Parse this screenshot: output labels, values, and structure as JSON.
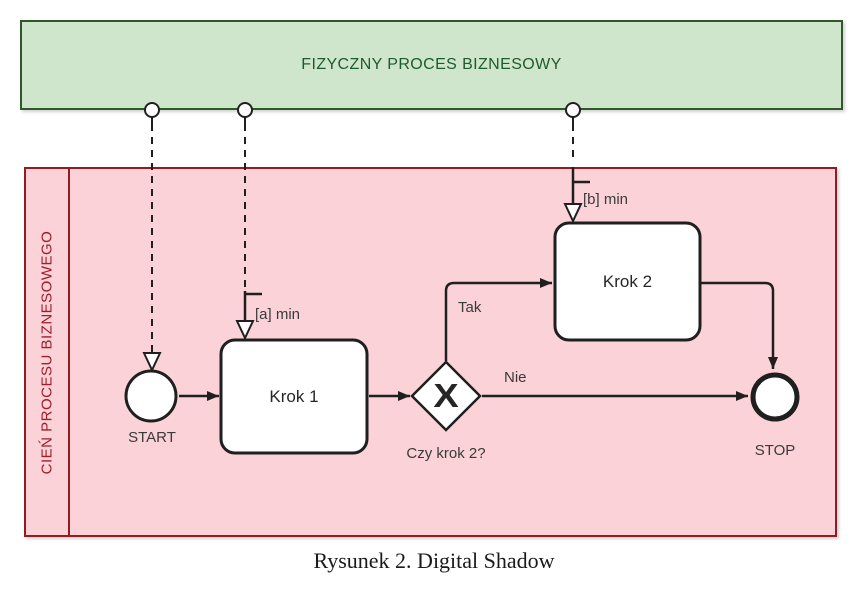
{
  "physical_pool": {
    "label": "FIZYCZNY PROCES BIZNESOWY"
  },
  "shadow_pool": {
    "label": "CIEŃ PROCESU BIZNESOWEGO"
  },
  "nodes": {
    "start": {
      "label": "START"
    },
    "step1": {
      "label": "Krok 1"
    },
    "gateway": {
      "symbol": "X",
      "question": "Czy krok 2?"
    },
    "step2": {
      "label": "Krok 2"
    },
    "stop": {
      "label": "STOP"
    }
  },
  "edges": {
    "yes": {
      "label": "Tak"
    },
    "no": {
      "label": "Nie"
    }
  },
  "annotations": {
    "a": {
      "label": "[a] min"
    },
    "b": {
      "label": "[b] min"
    }
  },
  "caption": "Rysunek 2. Digital Shadow",
  "colors": {
    "green_fill": "#cfe6cc",
    "green_border": "#2c5a24",
    "green_text": "#1d5b2c",
    "pink_fill": "#fad2d8",
    "pink_border": "#941b22",
    "pink_text": "#a11d29",
    "line": "#1f1f1f"
  }
}
